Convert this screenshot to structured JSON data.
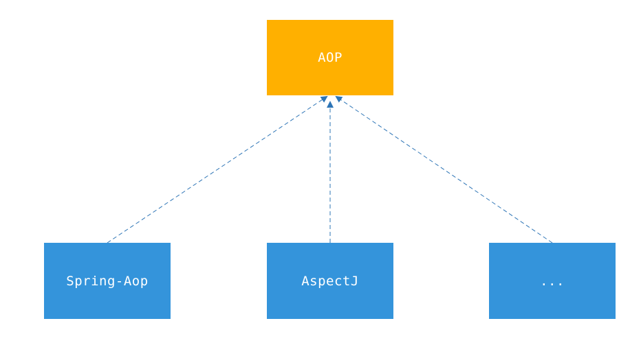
{
  "diagram": {
    "parent": {
      "label": "AOP"
    },
    "children": [
      {
        "label": "Spring-Aop"
      },
      {
        "label": "AspectJ"
      },
      {
        "label": "..."
      }
    ]
  },
  "colors": {
    "parent_fill": "#ffb000",
    "child_fill": "#3494db",
    "edge": "#2e75b6",
    "text": "#ffffff"
  },
  "edge_style": "dashed-arrow"
}
